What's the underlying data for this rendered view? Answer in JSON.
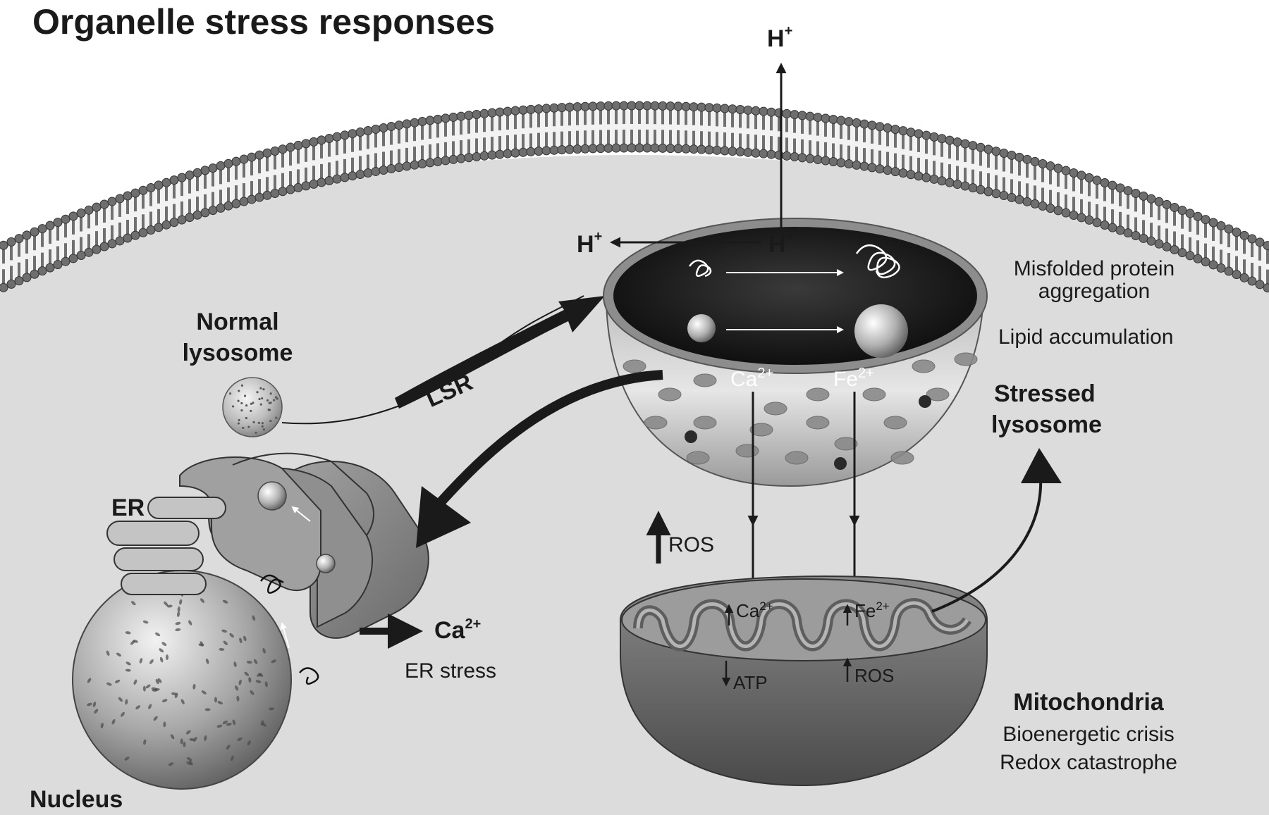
{
  "title": "Organelle stress responses",
  "labels": {
    "h_plus_top": "H",
    "h_plus_inner": "H",
    "h_plus_left": "H",
    "plus_sign": "+",
    "normal_lysosome_1": "Normal",
    "normal_lysosome_2": "lysosome",
    "lsr": "LSR",
    "misfolded_1": "Misfolded protein",
    "misfolded_2": "aggregation",
    "lipid": "Lipid accumulation",
    "stressed_1": "Stressed",
    "stressed_2": "lysosome",
    "ca_lyso": "Ca",
    "fe_lyso": "Fe",
    "charge_2plus": "2+",
    "ros_mid": "ROS",
    "er": "ER",
    "er_ca": "Ca",
    "er_stress": "ER stress",
    "mito_ca": "Ca",
    "mito_fe": "Fe",
    "mito_atp": "ATP",
    "mito_ros": "ROS",
    "mitochondria": "Mitochondria",
    "bioenergetic": "Bioenergetic crisis",
    "redox": "Redox catastrophe",
    "nucleus": "Nucleus"
  },
  "colors": {
    "cytoplasm": "#dedede",
    "membrane_head": "#6e6e6e",
    "lysosome_lumen": "#1c1c1c",
    "mito_outer": "#6a6a6a",
    "arrow": "#1a1a1a"
  }
}
